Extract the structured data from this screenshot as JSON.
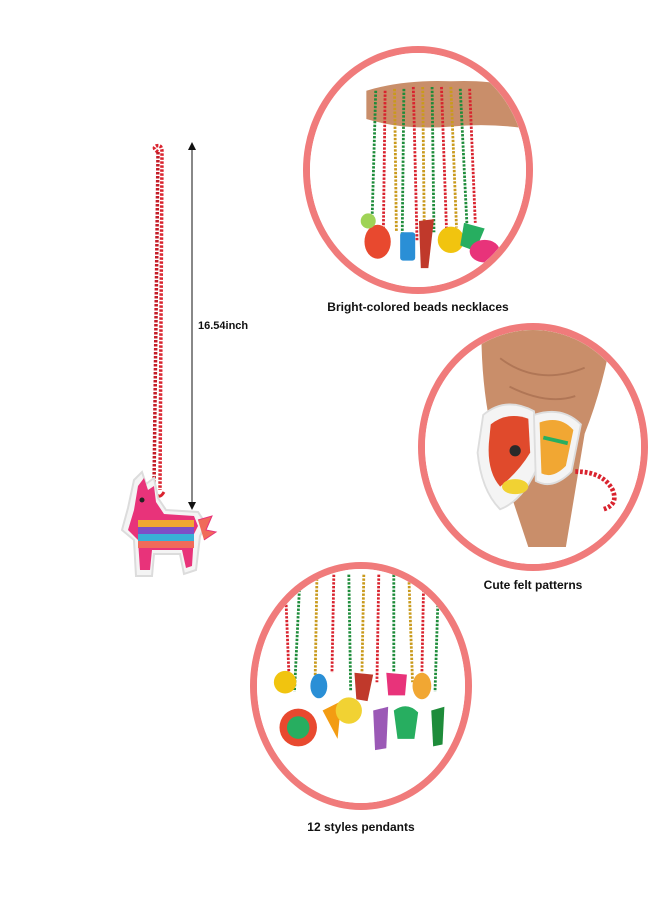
{
  "measurement": {
    "length_label": "16.54inch"
  },
  "panels": [
    {
      "caption": "Bright-colored beads necklaces",
      "image_icon": "beads-bundle-icon"
    },
    {
      "caption": "Cute felt patterns",
      "image_icon": "hand-pendant-icon"
    },
    {
      "caption": "12 styles pendants",
      "image_icon": "pendant-row-icon"
    }
  ],
  "colors": {
    "ring": "#f07b7b",
    "bead_red": "#d9232e",
    "bead_green": "#1e8c3a",
    "bead_gold": "#c99a1c",
    "skin": "#c98e6a"
  }
}
